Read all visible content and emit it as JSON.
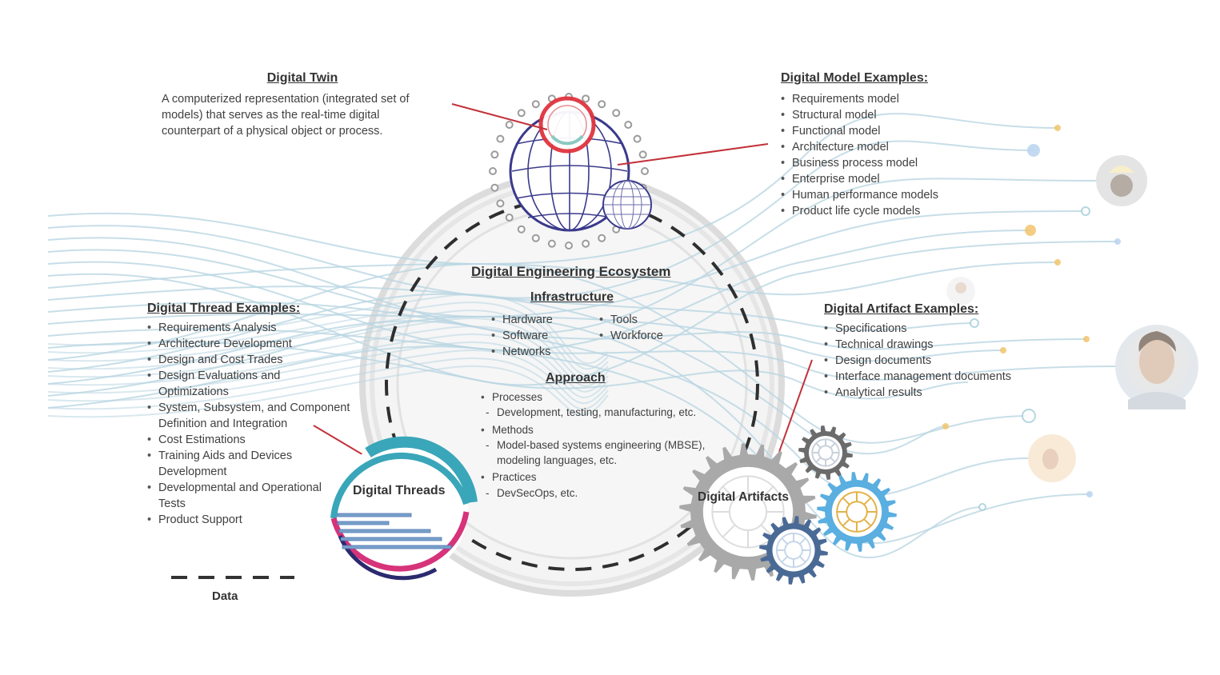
{
  "digital_twin": {
    "title": "Digital Twin",
    "description_lines": [
      "A computerized representation (integrated set of",
      "models) that serves as the real-time digital",
      "counterpart of a physical object or process."
    ]
  },
  "digital_model_examples": {
    "title": "Digital Model Examples",
    "items": [
      "Requirements model",
      "Structural model",
      "Functional model",
      "Architecture model",
      "Business process model",
      "Enterprise model",
      "Human performance models",
      "Product life cycle models"
    ]
  },
  "digital_thread_examples": {
    "title": "Digital Thread Examples",
    "items": [
      [
        "Requirements Analysis"
      ],
      [
        "Architecture Development"
      ],
      [
        "Design and Cost Trades"
      ],
      [
        "Design Evaluations and",
        "Optimizations"
      ],
      [
        "System, Subsystem, and Component",
        "Definition and Integration"
      ],
      [
        "Cost Estimations"
      ],
      [
        "Training Aids and Devices",
        "Development"
      ],
      [
        "Developmental and Operational",
        "Tests"
      ],
      [
        "Product Support"
      ]
    ]
  },
  "digital_artifact_examples": {
    "title": "Digital Artifact Examples",
    "items": [
      "Specifications",
      "Technical drawings",
      "Design documents",
      "Interface management documents",
      "Analytical results"
    ]
  },
  "ecosystem": {
    "title": "Digital Engineering Ecosystem",
    "infrastructure": {
      "title": "Infrastructure",
      "col1": [
        "Hardware",
        "Software",
        "Networks"
      ],
      "col2": [
        "Tools",
        "Workforce"
      ]
    },
    "approach": {
      "title": "Approach",
      "items": [
        {
          "label": "Processes",
          "sub": [
            "Development,  testing, manufacturing, etc."
          ]
        },
        {
          "label": "Methods",
          "sub": [
            "Model-based systems engineering (MBSE),",
            "modeling languages, etc."
          ]
        },
        {
          "label": "Practices",
          "sub": [
            "DevSecOps, etc."
          ]
        }
      ]
    }
  },
  "digital_threads_label": "Digital Threads",
  "digital_artifacts_label": "Digital Artifacts",
  "legend": {
    "label": "Data"
  },
  "colors": {
    "thread_line": "#b9d6e2",
    "twin_red": "#e0343f",
    "globe_navy": "#3a3a8c",
    "teal": "#3aa6b9",
    "magenta": "#d6337a",
    "gear_gray": "#a9a9a9",
    "gear_dark": "#6b6b6b",
    "gear_blue": "#5aaee0",
    "gear_navy": "#4a6a96",
    "accent_yellow": "#f2c46c",
    "connector_red": "#c2323b"
  }
}
